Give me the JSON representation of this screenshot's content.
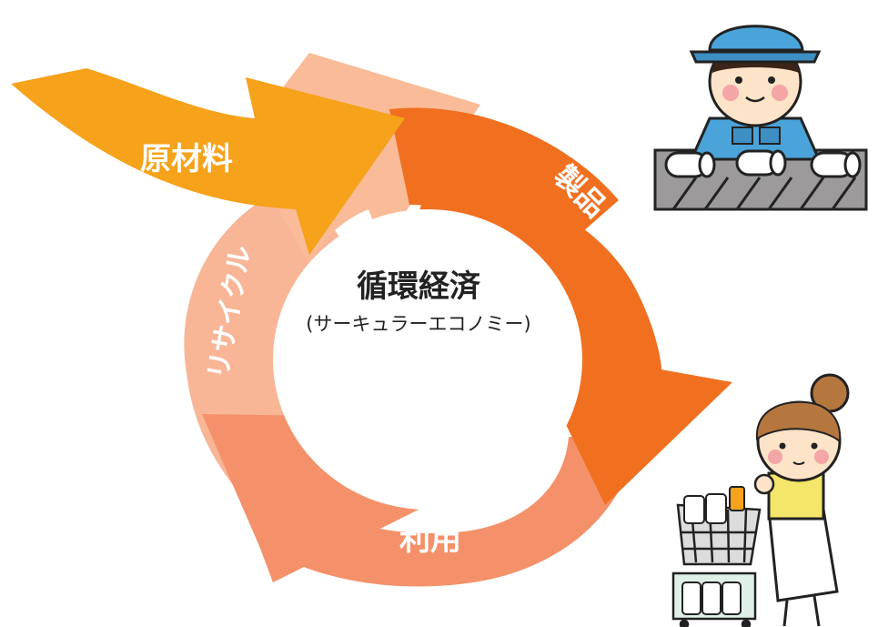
{
  "diagram": {
    "center": {
      "title": "循環経済",
      "subtitle": "(サーキュラーエコノミー)"
    },
    "stages": {
      "raw_materials": "原材料",
      "products": "製品",
      "use": "利用",
      "recycle": "リサイクル"
    },
    "colors": {
      "raw_materials": "#f6a21b",
      "products": "#f07020",
      "use": "#f4916a",
      "recycle": "#f8b697",
      "recycle_head": "#f9bb98"
    },
    "illustrations": [
      "factory-worker",
      "shopper-with-cart"
    ]
  }
}
